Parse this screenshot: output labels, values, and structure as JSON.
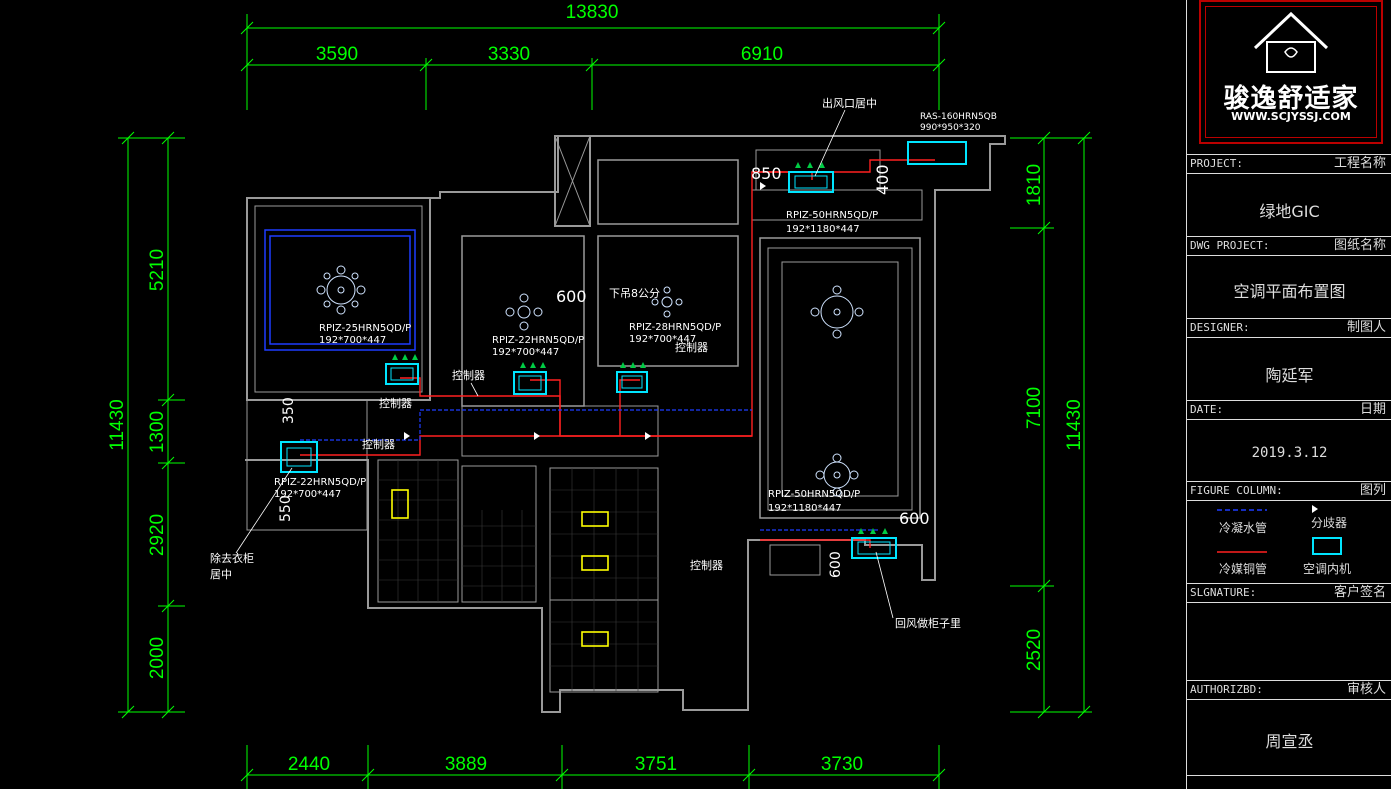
{
  "dims": {
    "top_total": "13830",
    "top_parts": [
      "3590",
      "3330",
      "6910"
    ],
    "bottom_parts": [
      "2440",
      "3889",
      "3751",
      "3730"
    ],
    "left_total": "11430",
    "left_parts": [
      "5210",
      "1300",
      "2920",
      "2000"
    ],
    "right_total": "11430",
    "right_parts": [
      "1810",
      "7100",
      "2520"
    ],
    "inner": [
      "850",
      "400",
      "600",
      "350",
      "550",
      "600",
      "600"
    ]
  },
  "units": [
    {
      "model": "RPIZ-25HRN5QD/P",
      "size": "192*700*447"
    },
    {
      "model": "RPIZ-22HRN5QD/P",
      "size": "192*700*447"
    },
    {
      "model": "RPIZ-28HRN5QD/P",
      "size": "192*700*447"
    },
    {
      "model": "RPIZ-50HRN5QD/P",
      "size": "192*1180*447"
    },
    {
      "model": "RPIZ-22HRN5QD/P",
      "size": "192*700*447"
    },
    {
      "model": "RPIZ-50HRN5QD/P",
      "size": "192*1180*447"
    }
  ],
  "outdoor": {
    "model": "RAS-160HRN5QB",
    "size": "990*950*320"
  },
  "notes": {
    "outlet_center": "出风口居中",
    "hang": "下吊8公分",
    "remove_wardrobe": "除去衣柜",
    "center": "居中",
    "return_air": "回风做柜子里",
    "controller": "控制器"
  },
  "title_block": {
    "logo_name": "骏逸舒适家",
    "logo_url": "WWW.SCJYSSJ.COM",
    "project_en": "PROJECT:",
    "project_zh": "工程名称",
    "project_val": "绿地GIC",
    "dwg_en": "DWG PROJECT:",
    "dwg_zh": "图纸名称",
    "dwg_val": "空调平面布置图",
    "designer_en": "DESIGNER:",
    "designer_zh": "制图人",
    "designer_val": "陶延军",
    "date_en": "DATE:",
    "date_zh": "日期",
    "date_val": "2019.3.12",
    "figure_en": "FIGURE COLUMN:",
    "figure_zh": "图列",
    "legend_condensate": "冷凝水管",
    "legend_branch": "分歧器",
    "legend_refrigerant": "冷媒铜管",
    "legend_indoor": "空调内机",
    "sign_en": "SLGNATURE:",
    "sign_zh": "客户签名",
    "auth_en": "AUTHORIZBD:",
    "auth_zh": "审核人",
    "auth_val": "周宣丞"
  },
  "colors": {
    "dim": "#00ff00",
    "wall": "#9a9a9a",
    "refrigerant": "#ff2020",
    "condensate": "#1e3cff",
    "unit": "#00e5ff",
    "tile": "#ffff00"
  }
}
